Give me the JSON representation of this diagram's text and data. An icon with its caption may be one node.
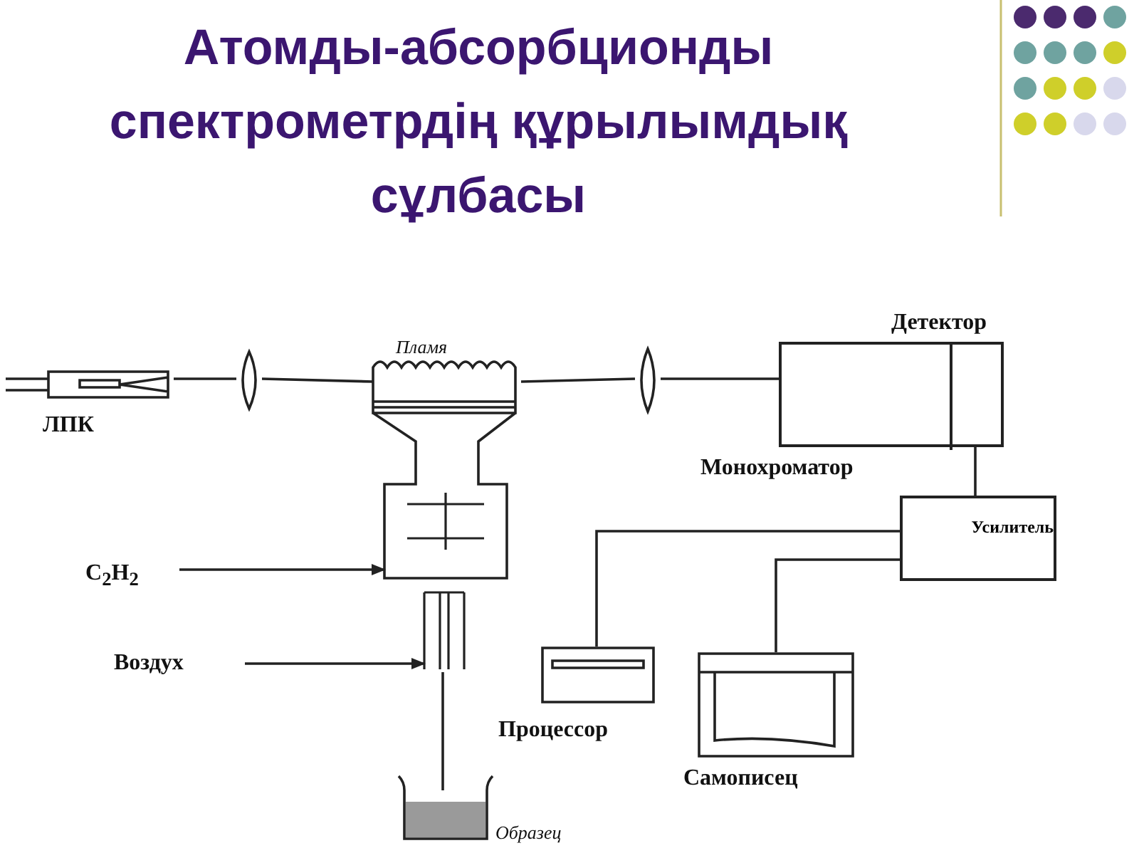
{
  "diagram": {
    "title": "Атомды-абсорбционды спектрометрдің құрылымдық сұлбасы",
    "nodes": [
      {
        "text": [
          "ЛПК"
        ]
      },
      {
        "text": [],
        "shape": "lens"
      },
      {
        "text": [
          "Пламя"
        ]
      },
      {
        "text": [],
        "shape": "lens"
      },
      {
        "text": [
          "Монохроматор"
        ]
      },
      {
        "text": [
          "Детектор"
        ],
        "in": 4
      },
      {
        "text": [
          "Усилитель"
        ]
      },
      {
        "text": [
          "Процессор"
        ]
      },
      {
        "text": [
          "Самописец"
        ]
      },
      {
        "text": [
          "C$_{2}$H$_{2}$"
        ]
      },
      {
        "text": [
          "Воздух"
        ]
      },
      {
        "text": [
          "Образец"
        ]
      }
    ],
    "edges": [
      {
        "from": 0,
        "to": 1,
        "arrow": "none"
      },
      {
        "from": 1,
        "to": 2,
        "arrow": "none"
      },
      {
        "from": 2,
        "to": 3,
        "arrow": "none"
      },
      {
        "from": 3,
        "to": 4,
        "arrow": "none"
      },
      {
        "from": 5,
        "to": 6,
        "arrow": "none"
      },
      {
        "from": 6,
        "to": 7,
        "arrow": "none"
      },
      {
        "from": 6,
        "to": 8,
        "arrow": "none"
      },
      {
        "from": 9,
        "to": 2,
        "arrow": "to"
      },
      {
        "from": 10,
        "to": 2,
        "arrow": "to"
      },
      {
        "from": 11,
        "to": 2,
        "arrow": "none"
      }
    ]
  }
}
